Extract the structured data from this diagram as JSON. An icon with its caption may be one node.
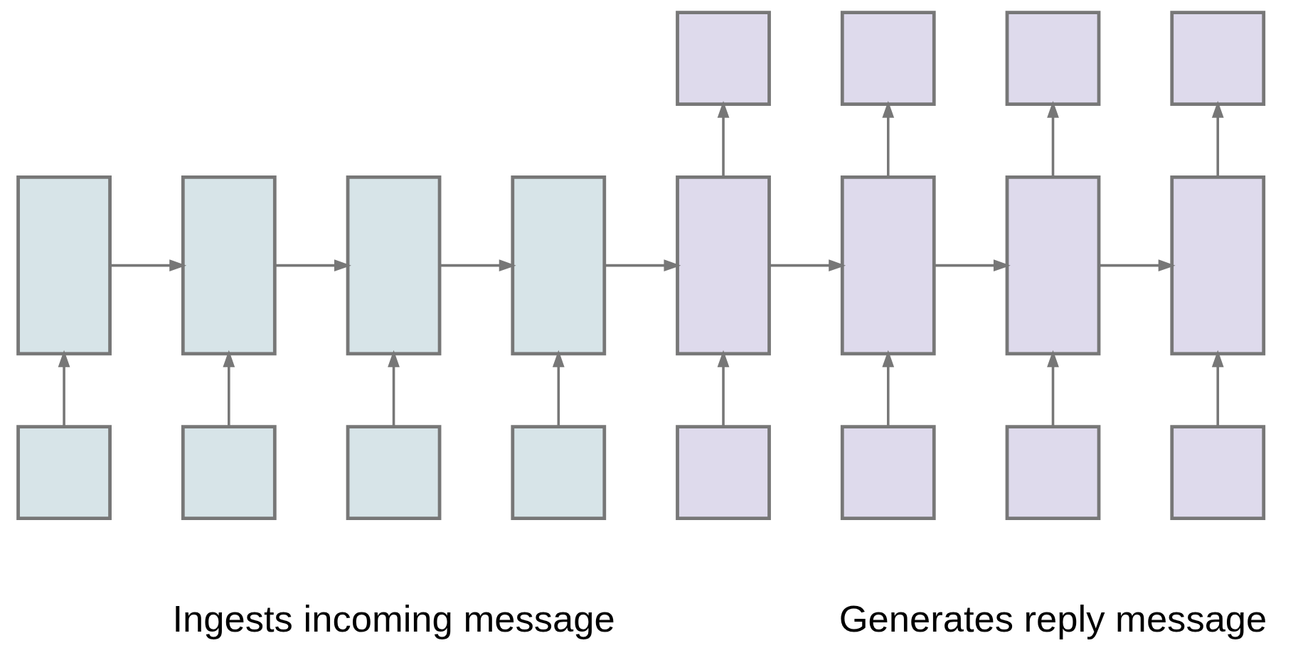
{
  "diagram": {
    "nodes": [
      {
        "text": [],
        "shape": "box"
      },
      {
        "text": [],
        "shape": "box"
      },
      {
        "text": [],
        "shape": "box"
      },
      {
        "text": [],
        "shape": "box"
      },
      {
        "text": [],
        "shape": "box"
      },
      {
        "text": [],
        "shape": "box"
      },
      {
        "text": [],
        "shape": "box"
      },
      {
        "text": [],
        "shape": "box"
      },
      {
        "text": [],
        "shape": "box"
      },
      {
        "text": [],
        "shape": "box"
      },
      {
        "text": [],
        "shape": "box"
      },
      {
        "text": [],
        "shape": "box"
      },
      {
        "text": [],
        "shape": "box"
      },
      {
        "text": [],
        "shape": "box"
      },
      {
        "text": [],
        "shape": "box"
      },
      {
        "text": [],
        "shape": "box"
      },
      {
        "text": [],
        "shape": "box"
      },
      {
        "text": [],
        "shape": "box"
      },
      {
        "text": [],
        "shape": "box"
      },
      {
        "text": [],
        "shape": "box"
      }
    ],
    "edges": [
      {
        "from": 12,
        "to": 4,
        "arrow": "to"
      },
      {
        "from": 13,
        "to": 5,
        "arrow": "to"
      },
      {
        "from": 14,
        "to": 6,
        "arrow": "to"
      },
      {
        "from": 15,
        "to": 7,
        "arrow": "to"
      },
      {
        "from": 16,
        "to": 8,
        "arrow": "to"
      },
      {
        "from": 17,
        "to": 9,
        "arrow": "to"
      },
      {
        "from": 18,
        "to": 10,
        "arrow": "to"
      },
      {
        "from": 19,
        "to": 11,
        "arrow": "to"
      },
      {
        "from": 4,
        "to": 5,
        "arrow": "to"
      },
      {
        "from": 5,
        "to": 6,
        "arrow": "to"
      },
      {
        "from": 6,
        "to": 7,
        "arrow": "to"
      },
      {
        "from": 7,
        "to": 8,
        "arrow": "to"
      },
      {
        "from": 8,
        "to": 9,
        "arrow": "to"
      },
      {
        "from": 9,
        "to": 10,
        "arrow": "to"
      },
      {
        "from": 10,
        "to": 11,
        "arrow": "to"
      },
      {
        "from": 8,
        "to": 0,
        "arrow": "to"
      },
      {
        "from": 9,
        "to": 1,
        "arrow": "to"
      },
      {
        "from": 10,
        "to": 2,
        "arrow": "to"
      },
      {
        "from": 11,
        "to": 3,
        "arrow": "to"
      }
    ],
    "labels": [
      "Ingests incoming message",
      "Generates reply message"
    ]
  }
}
